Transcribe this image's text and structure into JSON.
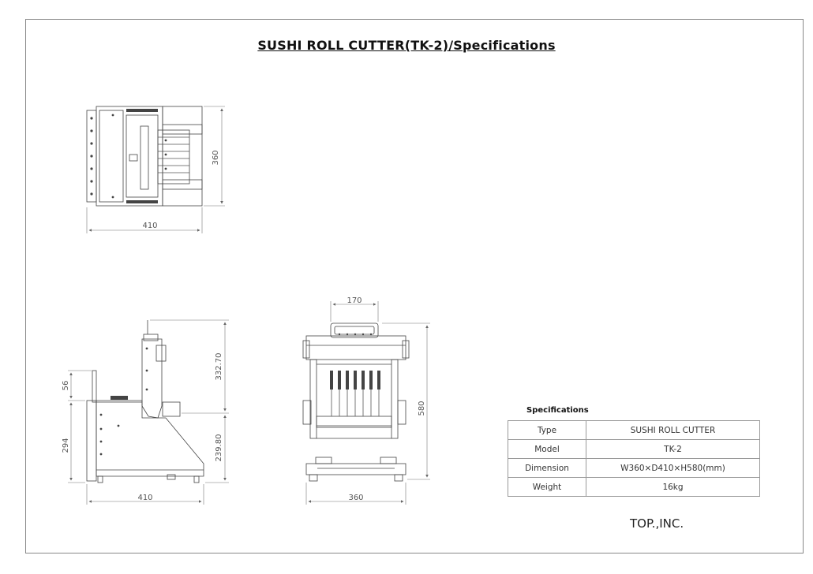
{
  "title": "SUSHI ROLL CUTTER(TK-2)/Specifications",
  "dimensions": {
    "top_height": "360",
    "top_width": "410",
    "side_upper": "332.70",
    "side_lower": "239.80",
    "side_small": "56",
    "side_left": "294",
    "side_width": "410",
    "front_handle": "170",
    "front_height": "580",
    "front_width": "360"
  },
  "specifications": {
    "heading": "Specifications",
    "rows": [
      {
        "label": "Type",
        "value": "SUSHI ROLL CUTTER"
      },
      {
        "label": "Model",
        "value": "TK-2"
      },
      {
        "label": "Dimension",
        "value": "W360×D410×H580(mm)"
      },
      {
        "label": "Weight",
        "value": "16kg"
      }
    ]
  },
  "company": "TOP.,INC."
}
